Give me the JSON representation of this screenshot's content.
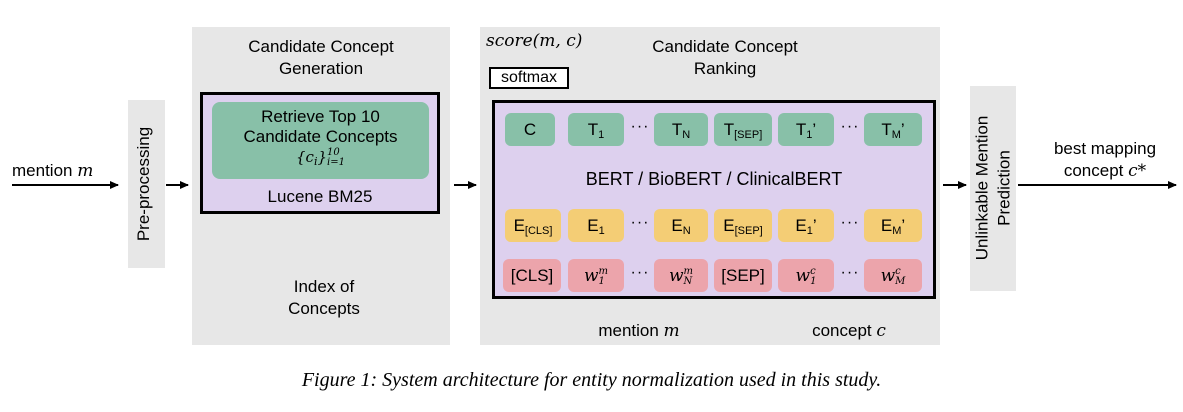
{
  "input": {
    "label": "mention",
    "var": "m"
  },
  "preprocessing": {
    "label": "Pre-processing"
  },
  "candidate_generation": {
    "title_line1": "Candidate Concept",
    "title_line2": "Generation",
    "retrieve_line1": "Retrieve Top 10",
    "retrieve_line2": "Candidate Concepts",
    "formula_base": "{c",
    "formula_sub_i": "i",
    "formula_close": "}",
    "formula_sup": "10",
    "formula_sub": "i=1",
    "engine": "Lucene BM25",
    "index_line1": "Index of",
    "index_line2": "Concepts"
  },
  "ranking": {
    "title_line1": "Candidate Concept",
    "title_line2": "Ranking",
    "score": "score(m, c)",
    "softmax": "softmax",
    "model": "BERT / BioBERT / ClinicalBERT",
    "outputs": [
      {
        "base": "C",
        "sub": ""
      },
      {
        "base": "T",
        "sub": "1"
      },
      {
        "base": "T",
        "sub": "N"
      },
      {
        "base": "T",
        "sub": "[SEP]"
      },
      {
        "base": "T",
        "sub": "1",
        "prime": "’"
      },
      {
        "base": "T",
        "sub": "M",
        "prime": "’"
      }
    ],
    "embeddings": [
      {
        "base": "E",
        "sub": "[CLS]"
      },
      {
        "base": "E",
        "sub": "1"
      },
      {
        "base": "E",
        "sub": "N"
      },
      {
        "base": "E",
        "sub": "[SEP]"
      },
      {
        "base": "E",
        "sub": "1",
        "prime": "’"
      },
      {
        "base": "E",
        "sub": "M",
        "prime": "’"
      }
    ],
    "inputs": [
      {
        "text": "[CLS]"
      },
      {
        "base": "w",
        "sup": "m",
        "sub": "1"
      },
      {
        "base": "w",
        "sup": "m",
        "sub": "N"
      },
      {
        "text": "[SEP]"
      },
      {
        "base": "w",
        "sup": "c",
        "sub": "1"
      },
      {
        "base": "w",
        "sup": "c",
        "sub": "M"
      }
    ],
    "dots": "···",
    "mention_group": {
      "label": "mention",
      "var": "m"
    },
    "concept_group": {
      "label": "concept",
      "var": "c"
    }
  },
  "unlinkable": {
    "line1": "Unlinkable Mention",
    "line2": "Prediction"
  },
  "output": {
    "line1": "best mapping",
    "line2": "concept",
    "var": "c*"
  },
  "caption": "Figure 1: System architecture for entity normalization used in this study.",
  "colors": {
    "panel_gray": "#e7e7e7",
    "bert_purple": "#ddd0ee",
    "token_green": "#88c0a8",
    "embedding_yellow": "#f4cd75",
    "input_pink": "#eca4ab"
  }
}
